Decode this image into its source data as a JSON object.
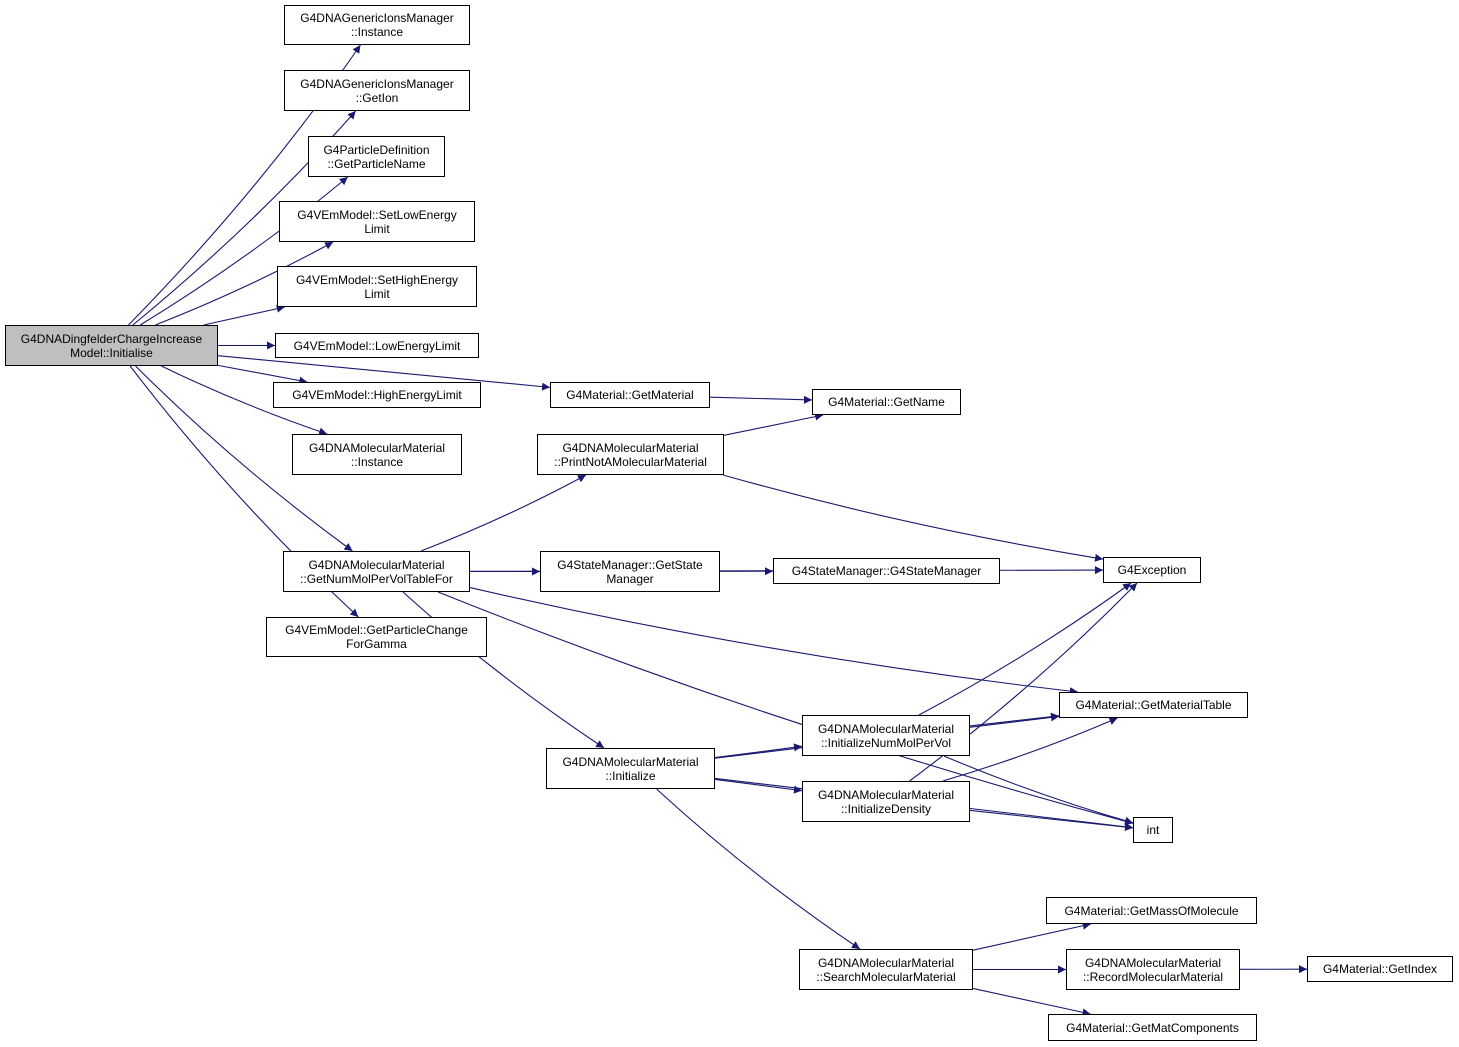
{
  "colors": {
    "edge": "#191970",
    "node_border": "#000000",
    "root_fill": "#bfbfbf",
    "node_fill": "#ffffff"
  },
  "nodes": {
    "root": {
      "line1": "G4DNADingfelderChargeIncrease",
      "line2": "Model::Initialise"
    },
    "gim_instance": {
      "line1": "G4DNAGenericIonsManager",
      "line2": "::Instance"
    },
    "gim_getion": {
      "line1": "G4DNAGenericIonsManager",
      "line2": "::GetIon"
    },
    "pd_getname": {
      "line1": "G4ParticleDefinition",
      "line2": "::GetParticleName"
    },
    "set_low": {
      "line1": "G4VEmModel::SetLowEnergy",
      "line2": "Limit"
    },
    "set_high": {
      "line1": "G4VEmModel::SetHighEnergy",
      "line2": "Limit"
    },
    "low_limit": {
      "line1": "G4VEmModel::LowEnergyLimit"
    },
    "high_limit": {
      "line1": "G4VEmModel::HighEnergyLimit"
    },
    "mm_instance": {
      "line1": "G4DNAMolecularMaterial",
      "line2": "::Instance"
    },
    "mm_getnummol": {
      "line1": "G4DNAMolecularMaterial",
      "line2": "::GetNumMolPerVolTableFor"
    },
    "pc_gamma": {
      "line1": "G4VEmModel::GetParticleChange",
      "line2": "ForGamma"
    },
    "mat_getmaterial": {
      "line1": "G4Material::GetMaterial"
    },
    "mat_getname": {
      "line1": "G4Material::GetName"
    },
    "mm_printnot": {
      "line1": "G4DNAMolecularMaterial",
      "line2": "::PrintNotAMolecularMaterial"
    },
    "sm_getstate": {
      "line1": "G4StateManager::GetState",
      "line2": "Manager"
    },
    "sm_ctor": {
      "line1": "G4StateManager::G4StateManager"
    },
    "g4exception": {
      "line1": "G4Exception"
    },
    "mat_table": {
      "line1": "G4Material::GetMaterialTable"
    },
    "mm_initialize": {
      "line1": "G4DNAMolecularMaterial",
      "line2": "::Initialize"
    },
    "mm_initnummol": {
      "line1": "G4DNAMolecularMaterial",
      "line2": "::InitializeNumMolPerVol"
    },
    "mm_initdensity": {
      "line1": "G4DNAMolecularMaterial",
      "line2": "::InitializeDensity"
    },
    "int": {
      "line1": "int"
    },
    "mat_massmol": {
      "line1": "G4Material::GetMassOfMolecule"
    },
    "mm_search": {
      "line1": "G4DNAMolecularMaterial",
      "line2": "::SearchMolecularMaterial"
    },
    "mm_record": {
      "line1": "G4DNAMolecularMaterial",
      "line2": "::RecordMolecularMaterial"
    },
    "mat_getindex": {
      "line1": "G4Material::GetIndex"
    },
    "mat_components": {
      "line1": "G4Material::GetMatComponents"
    }
  },
  "edges": [
    [
      "root",
      "gim_instance"
    ],
    [
      "root",
      "gim_getion"
    ],
    [
      "root",
      "pd_getname"
    ],
    [
      "root",
      "set_low"
    ],
    [
      "root",
      "set_high"
    ],
    [
      "root",
      "low_limit"
    ],
    [
      "root",
      "high_limit"
    ],
    [
      "root",
      "mm_instance"
    ],
    [
      "root",
      "mat_getmaterial"
    ],
    [
      "root",
      "mm_getnummol"
    ],
    [
      "root",
      "pc_gamma"
    ],
    [
      "mat_getmaterial",
      "mat_getname"
    ],
    [
      "mm_printnot",
      "mat_getname"
    ],
    [
      "mm_printnot",
      "g4exception"
    ],
    [
      "mm_getnummol",
      "mm_printnot"
    ],
    [
      "mm_getnummol",
      "g4exception"
    ],
    [
      "mm_getnummol",
      "sm_getstate"
    ],
    [
      "mm_getnummol",
      "mat_table"
    ],
    [
      "mm_getnummol",
      "mm_initialize"
    ],
    [
      "mm_getnummol",
      "int"
    ],
    [
      "sm_getstate",
      "sm_ctor"
    ],
    [
      "mm_initialize",
      "mat_table"
    ],
    [
      "mm_initialize",
      "mm_initnummol"
    ],
    [
      "mm_initialize",
      "mm_initdensity"
    ],
    [
      "mm_initialize",
      "int"
    ],
    [
      "mm_initialize",
      "mm_search"
    ],
    [
      "mm_initnummol",
      "g4exception"
    ],
    [
      "mm_initnummol",
      "mat_table"
    ],
    [
      "mm_initnummol",
      "int"
    ],
    [
      "mm_initdensity",
      "g4exception"
    ],
    [
      "mm_initdensity",
      "mat_table"
    ],
    [
      "mm_initdensity",
      "int"
    ],
    [
      "mm_search",
      "mat_massmol"
    ],
    [
      "mm_search",
      "mm_record"
    ],
    [
      "mm_search",
      "mat_components"
    ],
    [
      "mm_record",
      "mat_getindex"
    ]
  ]
}
